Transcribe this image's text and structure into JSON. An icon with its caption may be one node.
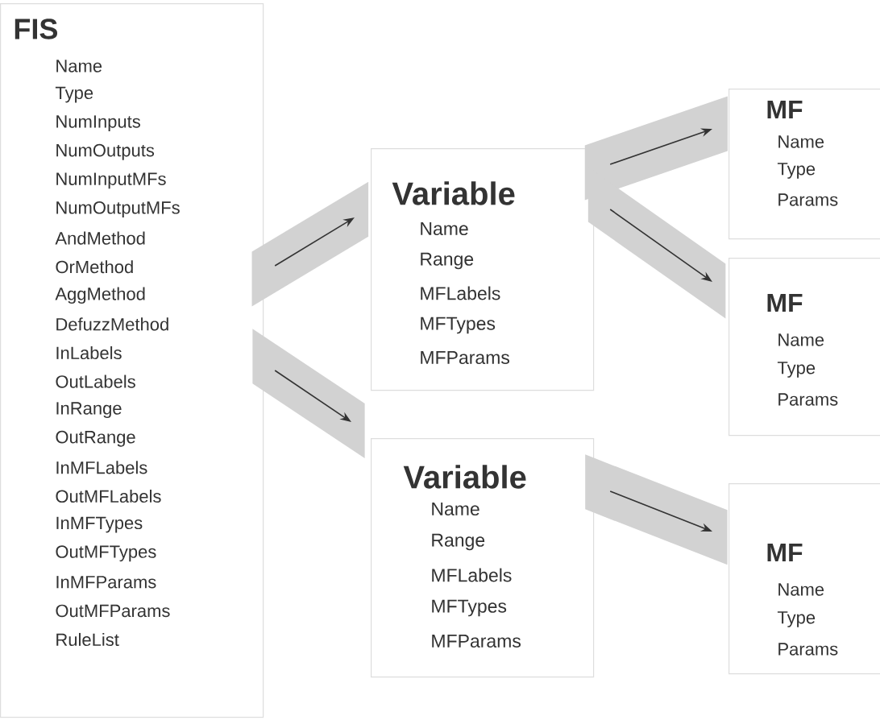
{
  "diagram": {
    "nodes": [
      {
        "text": [
          "FIS",
          "Name",
          "Type",
          "NumInputs",
          "NumOutputs",
          "NumInputMFs",
          "NumOutputMFs",
          "AndMethod",
          "OrMethod",
          "AggMethod",
          "DefuzzMethod",
          "InLabels",
          "OutLabels",
          "InRange",
          "OutRange",
          "InMFLabels",
          "OutMFLabels",
          "InMFTypes",
          "OutMFTypes",
          "InMFParams",
          "OutMFParams",
          "RuleList"
        ]
      },
      {
        "text": [
          "Variable",
          "Name",
          "Range",
          "MFLabels",
          "MFTypes",
          "MFParams"
        ]
      },
      {
        "text": [
          "Variable",
          "Name",
          "Range",
          "MFLabels",
          "MFTypes",
          "MFParams"
        ]
      },
      {
        "text": [
          "MF",
          "Name",
          "Type",
          "Params"
        ]
      },
      {
        "text": [
          "MF",
          "Name",
          "Type",
          "Params"
        ]
      },
      {
        "text": [
          "MF",
          "Name",
          "Type",
          "Params"
        ]
      }
    ],
    "edges": [
      {
        "from": 0,
        "to": 1,
        "arrow": "to"
      },
      {
        "from": 0,
        "to": 2,
        "arrow": "to"
      },
      {
        "from": 1,
        "to": 3,
        "arrow": "to"
      },
      {
        "from": 1,
        "to": 4,
        "arrow": "to"
      },
      {
        "from": 2,
        "to": 5,
        "arrow": "to"
      }
    ]
  }
}
